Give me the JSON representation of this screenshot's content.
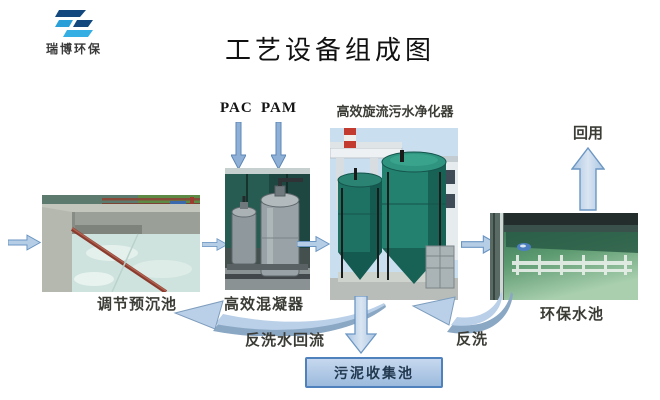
{
  "header": {
    "logo_text": "瑞博环保",
    "title": "工艺设备组成图"
  },
  "chemicals": {
    "pac": "PAC",
    "pam": "PAM"
  },
  "nodes": {
    "pre_sedimentation": "调节预沉池",
    "coagulator": "高效混凝器",
    "cyclone_purifier": "高效旋流污水净化器",
    "eco_pool": "环保水池",
    "sludge_tank": "污泥收集池"
  },
  "flows": {
    "reuse": "回用",
    "backwash_return": "反洗水回流",
    "backwash": "反洗"
  },
  "colors": {
    "arrow_fill": "#b6cde6",
    "arrow_border": "#6b96c3",
    "arrow_shadow": "#8aa7c4",
    "box_fill": "#aec7e4",
    "box_border": "#4f81bd",
    "logo_dark": "#12487e",
    "logo_light": "#35aee4",
    "title_color": "#111111"
  }
}
